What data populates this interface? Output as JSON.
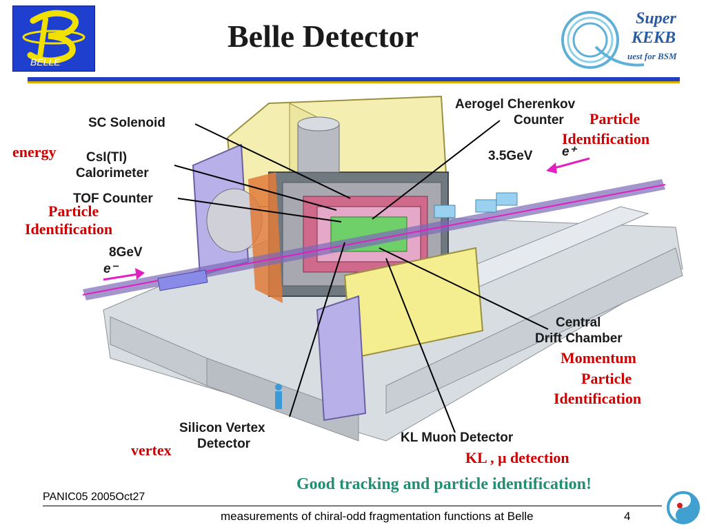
{
  "header": {
    "title": "Belle Detector",
    "logo_left_text": "BELLE",
    "logo_right_lines": [
      "Super",
      "KEKB",
      "uest for BSM"
    ]
  },
  "labels": {
    "sc_solenoid": "SC Solenoid",
    "csi_line1": "CsI(Tl)",
    "csi_line2": "Calorimeter",
    "tof": "TOF Counter",
    "aerogel_line1": "Aerogel Cherenkov",
    "aerogel_line2": "Counter",
    "beam_positron_energy": "3.5GeV",
    "beam_positron_particle": "e⁺",
    "beam_electron_energy": "8GeV",
    "beam_electron_particle": "e⁻",
    "cdc_line1": "Central",
    "cdc_line2": "Drift Chamber",
    "svd_line1": "Silicon Vertex",
    "svd_line2": "Detector",
    "klm": "KL Muon Detector"
  },
  "annotations": {
    "energy": "energy",
    "pid_left_1": "Particle",
    "pid_left_2": "Identification",
    "pid_right_top_1": "Particle",
    "pid_right_top_2": "Identification",
    "momentum": "Momentum",
    "pid_right_bottom_1": "Particle",
    "pid_right_bottom_2": "Identification",
    "vertex": "vertex",
    "kl_mu_detection": "KL , μ detection"
  },
  "bottom_message": "Good tracking and particle identification!",
  "footer": {
    "left": "PANIC05 2005Oct27",
    "center": "measurements of chiral-odd fragmentation functions at Belle",
    "page_number": "4"
  },
  "colors": {
    "annotation_red": "#cc0000",
    "message_teal": "#1f8f73",
    "title_rule_blue": "#1f3fbf",
    "title_rule_gold": "#e0b000",
    "beam_pink": "#e020c0"
  }
}
